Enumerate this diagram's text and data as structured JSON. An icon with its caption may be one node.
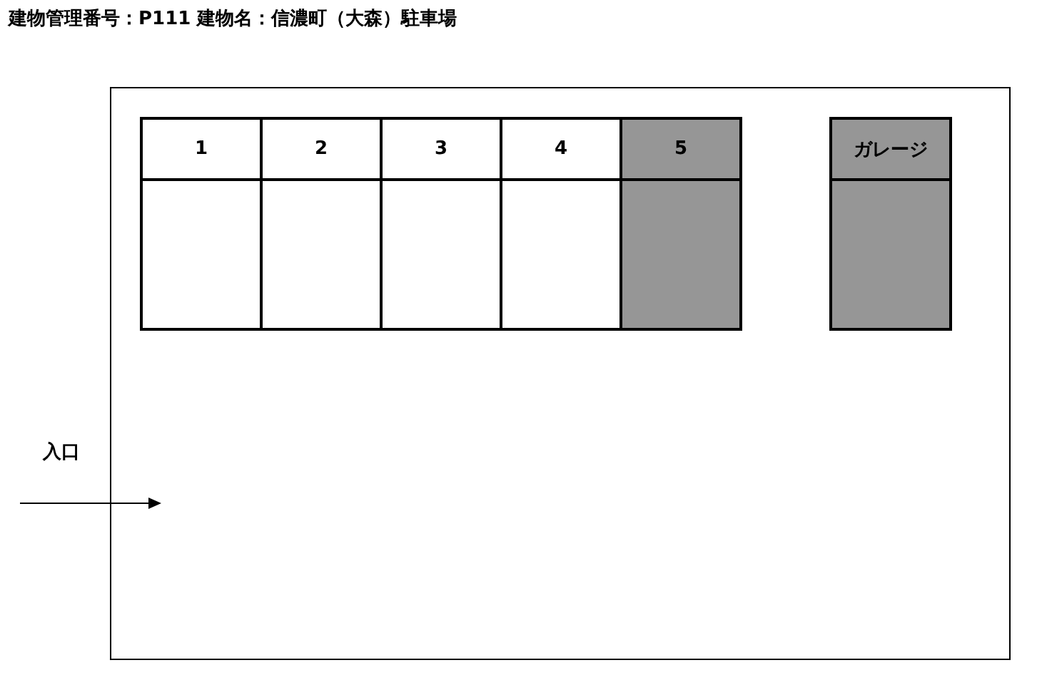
{
  "diagram": {
    "title": "建物管理番号：P111 建物名：信濃町（大森）駐車場",
    "nodes": [
      {
        "text": [],
        "shape": "box"
      },
      {
        "text": [
          "1"
        ],
        "in": 0
      },
      {
        "text": [
          "2"
        ],
        "in": 0
      },
      {
        "text": [
          "3"
        ],
        "in": 0
      },
      {
        "text": [
          "4"
        ],
        "in": 0
      },
      {
        "text": [
          "5"
        ],
        "in": 0
      },
      {
        "text": [
          "ガレージ"
        ],
        "in": 0
      }
    ],
    "edges": [],
    "labels": [
      "入口"
    ]
  }
}
